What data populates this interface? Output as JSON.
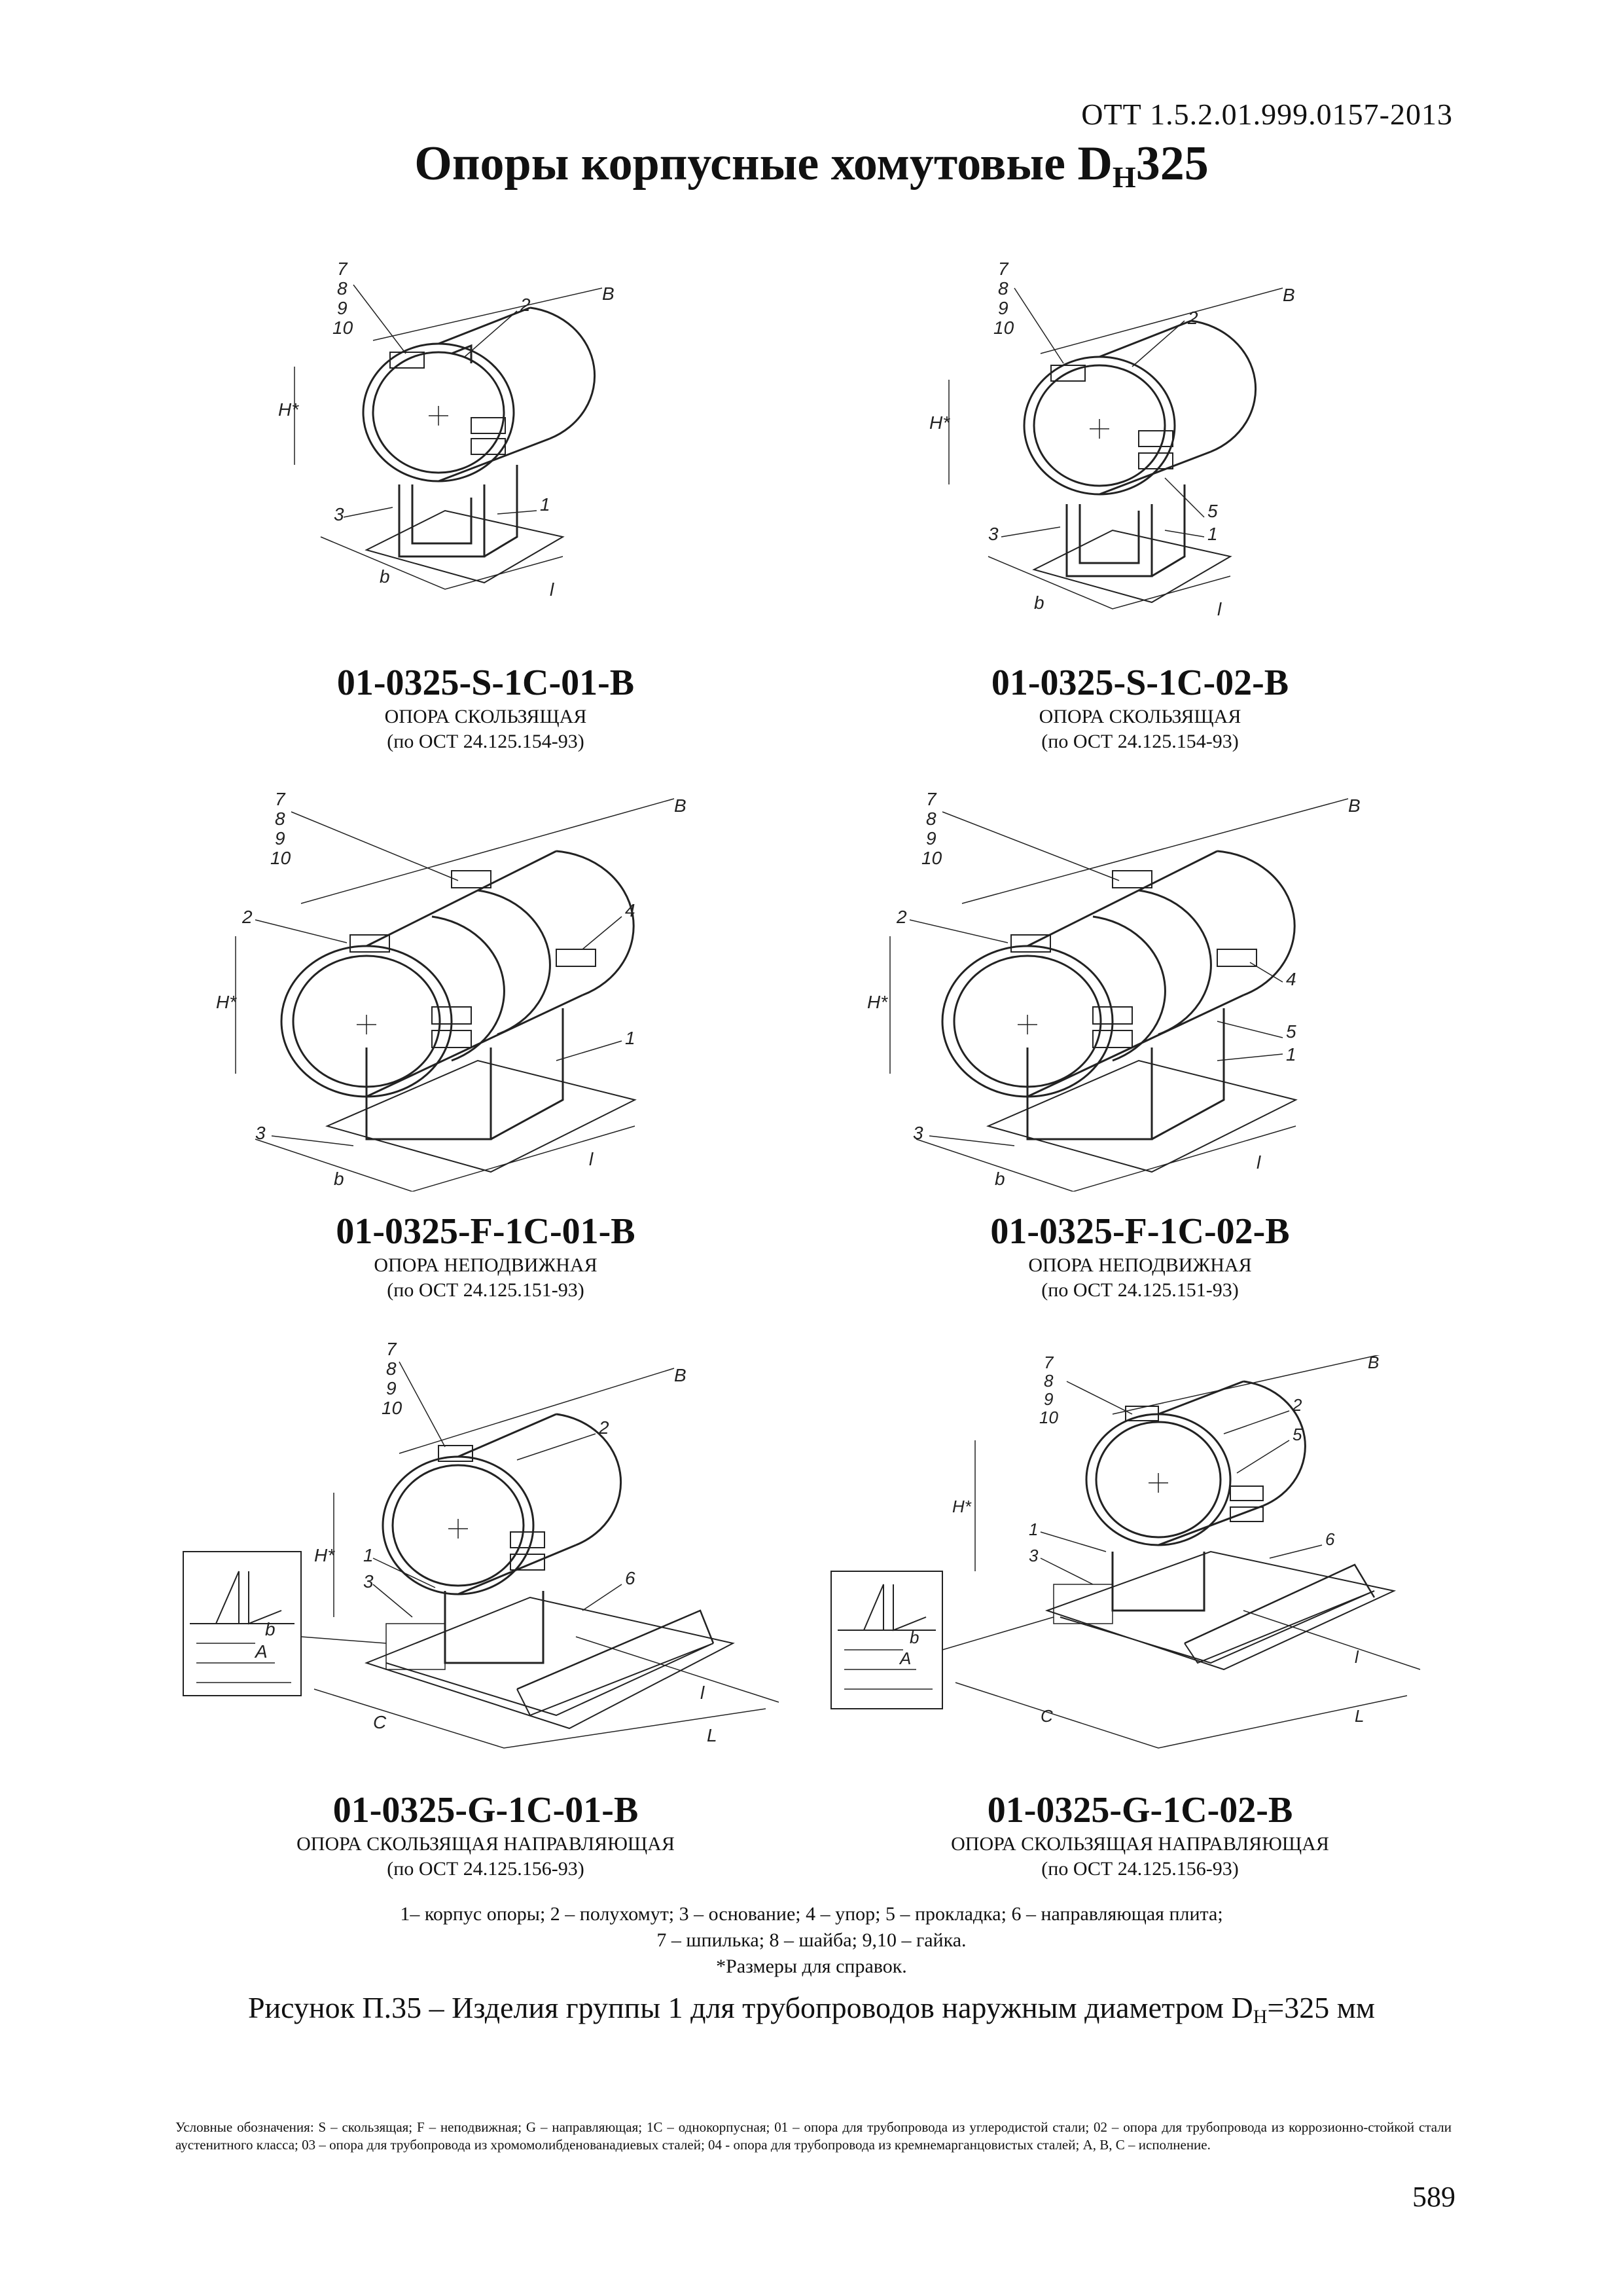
{
  "header": {
    "doc_code": "ОТТ 1.5.2.01.999.0157-2013",
    "title_main": "Опоры корпусные хомутовые   D",
    "title_sub": "Н",
    "title_tail": "325"
  },
  "items": [
    {
      "code": "01-0325-S-1C-01-B",
      "name": "ОПОРА СКОЛЬЗЯЩАЯ",
      "standard": "(по ОСТ 24.125.154-93)",
      "callouts": [
        "7",
        "8",
        "9",
        "10",
        "2",
        "1",
        "3"
      ],
      "dims": [
        "B",
        "H*",
        "b",
        "l"
      ]
    },
    {
      "code": "01-0325-S-1C-02-B",
      "name": "ОПОРА СКОЛЬЗЯЩАЯ",
      "standard": "(по ОСТ 24.125.154-93)",
      "callouts": [
        "7",
        "8",
        "9",
        "10",
        "2",
        "5",
        "1",
        "3"
      ],
      "dims": [
        "B",
        "H*",
        "b",
        "l"
      ]
    },
    {
      "code": "01-0325-F-1C-01-B",
      "name": "ОПОРА НЕПОДВИЖНАЯ",
      "standard": "(по ОСТ 24.125.151-93)",
      "callouts": [
        "7",
        "8",
        "9",
        "10",
        "2",
        "4",
        "1",
        "3"
      ],
      "dims": [
        "B",
        "H*",
        "b",
        "l"
      ]
    },
    {
      "code": "01-0325-F-1C-02-B",
      "name": "ОПОРА НЕПОДВИЖНАЯ",
      "standard": "(по ОСТ 24.125.151-93)",
      "callouts": [
        "7",
        "8",
        "9",
        "10",
        "2",
        "4",
        "5",
        "1",
        "3"
      ],
      "dims": [
        "B",
        "H*",
        "b",
        "l"
      ]
    },
    {
      "code": "01-0325-G-1C-01-B",
      "name": "ОПОРА СКОЛЬЗЯЩАЯ НАПРАВЛЯЮЩАЯ",
      "standard": "(по ОСТ 24.125.156-93)",
      "callouts": [
        "7",
        "8",
        "9",
        "10",
        "2",
        "1",
        "3",
        "6"
      ],
      "dims": [
        "B",
        "H*",
        "C",
        "L",
        "l",
        "b",
        "A"
      ]
    },
    {
      "code": "01-0325-G-1C-02-B",
      "name": "ОПОРА СКОЛЬЗЯЩАЯ НАПРАВЛЯЮЩАЯ",
      "standard": "(по ОСТ 24.125.156-93)",
      "callouts": [
        "7",
        "8",
        "9",
        "10",
        "2",
        "5",
        "1",
        "3",
        "6"
      ],
      "dims": [
        "B",
        "H*",
        "C",
        "L",
        "l",
        "b",
        "A"
      ]
    }
  ],
  "legend": {
    "line1": "1– корпус опоры; 2 – полухомут; 3 – основание; 4 – упор; 5 – прокладка; 6 – направляющая плита;",
    "line2": "7 – шпилька; 8 – шайба; 9,10 – гайка.",
    "line3": "*Размеры для справок."
  },
  "figure_caption": {
    "main": "Рисунок П.35 – Изделия группы 1 для трубопроводов наружным диаметром D",
    "sub": "Н",
    "tail": "=325 мм"
  },
  "footnote": "Условные обозначения: S – скользящая; F – неподвижная;  G – направляющая; 1C – однокорпусная; 01 – опора для трубопровода из углеродистой стали; 02 – опора для трубопровода из коррозионно-стойкой стали аустенитного класса; 03 – опора для трубопровода из хромомолибденованадиевых сталей; 04 - опора для трубопровода из кремнемарганцовистых сталей; А, В, С – исполнение.",
  "page_number": "589"
}
